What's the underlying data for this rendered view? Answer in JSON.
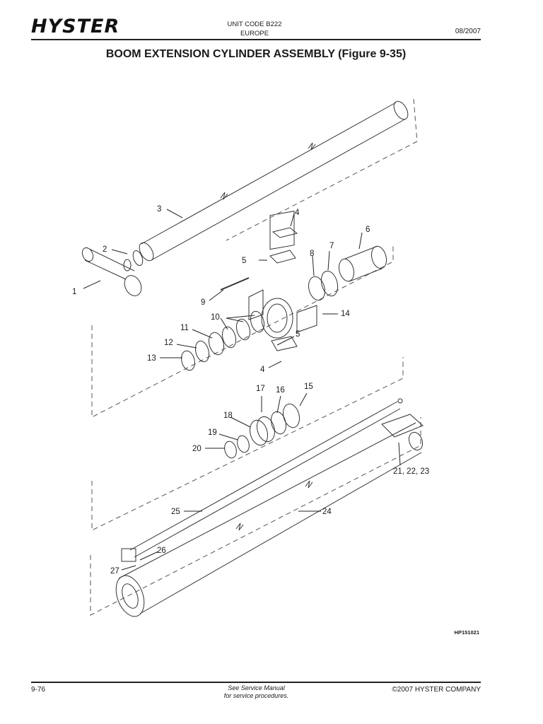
{
  "header": {
    "logo": "HYSTER",
    "unit_code": "UNIT CODE B222",
    "region": "EUROPE",
    "date": "08/2007",
    "title": "BOOM EXTENSION CYLINDER ASSEMBLY (Figure 9-35)"
  },
  "figure": {
    "labels": [
      "1",
      "2",
      "3",
      "4",
      "5",
      "6",
      "7",
      "8",
      "9",
      "10",
      "11",
      "12",
      "13",
      "14",
      "5",
      "4",
      "15",
      "16",
      "17",
      "18",
      "19",
      "20",
      "21, 22, 23",
      "24",
      "25",
      "26",
      "27"
    ],
    "code": "HP151021"
  },
  "footer": {
    "page": "9-76",
    "note_line1": "See Service Manual",
    "note_line2": "for service procedures.",
    "copyright": "©2007 HYSTER COMPANY"
  }
}
